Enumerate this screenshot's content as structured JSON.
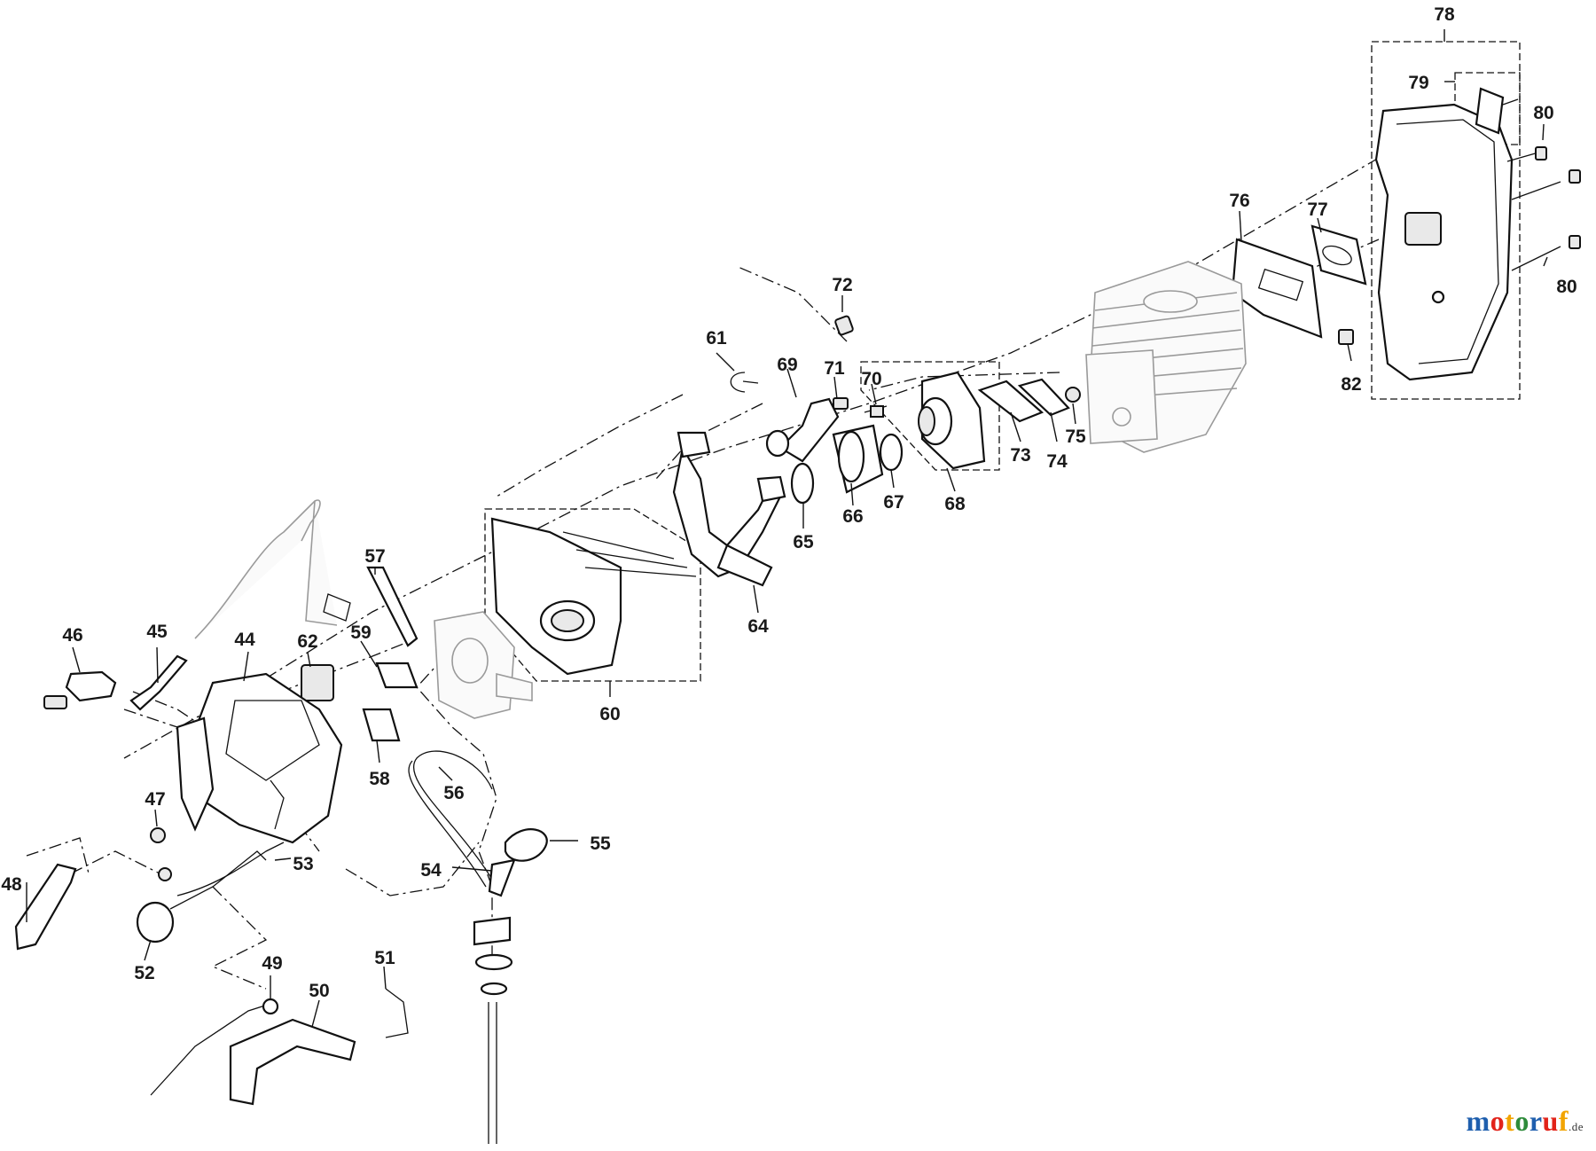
{
  "callouts": [
    "78",
    "79",
    "80",
    "80",
    "76",
    "77",
    "82",
    "72",
    "61",
    "69",
    "71",
    "70",
    "73",
    "74",
    "75",
    "68",
    "67",
    "66",
    "65",
    "64",
    "57",
    "59",
    "62",
    "46",
    "45",
    "44",
    "60",
    "58",
    "56",
    "47",
    "55",
    "54",
    "53",
    "48",
    "52",
    "49",
    "50",
    "51"
  ],
  "watermark": {
    "brand": "motoruf",
    "suffix": ".de",
    "colors": [
      "#1f5fae",
      "#e2231a",
      "#f2a400",
      "#2e8b3a"
    ]
  }
}
